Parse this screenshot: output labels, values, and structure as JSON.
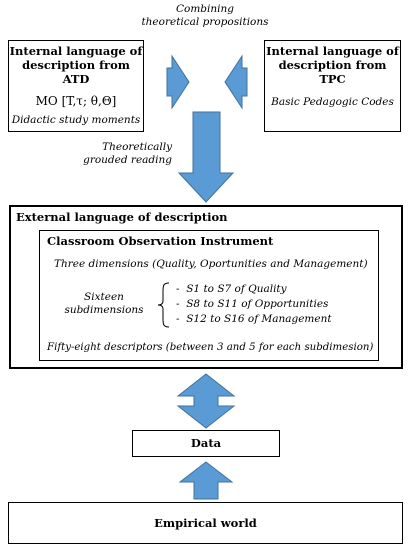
{
  "top_caption": {
    "line1": "Combining",
    "line2": "theoretical propositions"
  },
  "left_box": {
    "title_line1": "Internal language of",
    "title_line2": "description from ATD",
    "formula": "MO [T,τ; θ,Θ]",
    "subtitle": "Didactic study moments"
  },
  "right_box": {
    "title_line1": "Internal language of",
    "title_line2": "description from TPC",
    "subtitle": "Basic Pedagogic Codes"
  },
  "reading_caption": {
    "line1": "Theoretically",
    "line2": "grouded reading"
  },
  "external_box": {
    "title": "External language of description",
    "instrument": {
      "title": "Classroom Observation Instrument",
      "dimensions": "Three dimensions (Quality, Oportunities and Management)",
      "sub_label_line1": "Sixteen",
      "sub_label_line2": "subdimensions",
      "sub_items": [
        "S1 to S7 of Quality",
        "S8 to S11 of Opportunities",
        "S12 to S16 of Management"
      ],
      "descriptors": "Fifty-eight descriptors (between 3 and 5 for each subdimesion)"
    }
  },
  "data_box": {
    "label": "Data"
  },
  "empirical_box": {
    "label": "Empirical world"
  },
  "colors": {
    "arrow_fill": "#5b9bd5",
    "arrow_stroke": "#41719c",
    "border": "#000000"
  }
}
